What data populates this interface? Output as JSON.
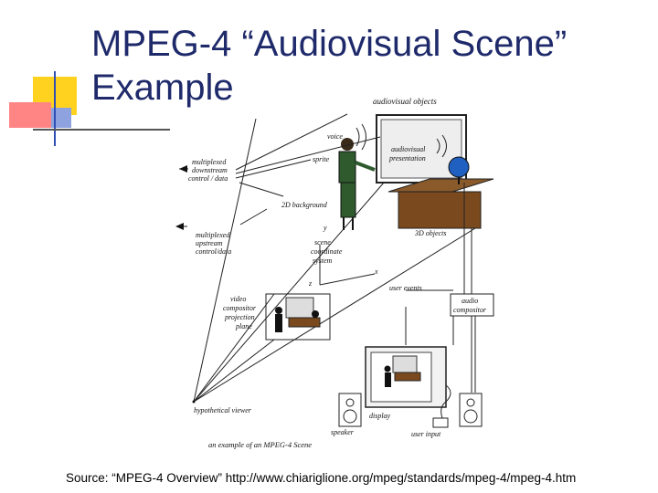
{
  "slide": {
    "title_line1": "MPEG-4 “Audiovisual Scene”",
    "title_line2": "Example",
    "source": "Source: “MPEG-4 Overview” http://www.chiariglione.org/mpeg/standards/mpeg-4/mpeg-4.htm"
  },
  "diagram": {
    "labels": {
      "audiovisual_objects": "audiovisual objects",
      "voice": "voice",
      "sprite": "sprite",
      "audiovisual_presentation_1": "audiovisual",
      "audiovisual_presentation_2": "presentation",
      "multiplexed_downstream_1": "multiplexed",
      "multiplexed_downstream_2": "downstream",
      "multiplexed_downstream_3": "control / data",
      "background_2d": "2D background",
      "objects_3d": "3D objects",
      "multiplexed_upstream_1": "multiplexed",
      "multiplexed_upstream_2": "upstream",
      "multiplexed_upstream_3": "control/data",
      "scene_coord_1": "scene",
      "scene_coord_2": "coordinate",
      "scene_coord_3": "system",
      "axis_y": "y",
      "axis_x": "x",
      "axis_z": "z",
      "user_events": "user events",
      "video_compositor_1": "video",
      "video_compositor_2": "compositor",
      "video_compositor_3": "projection",
      "video_compositor_4": "plane",
      "audio_compositor_1": "audio",
      "audio_compositor_2": "compositor",
      "hypothetical_viewer": "hypothetical viewer",
      "display": "display",
      "speaker": "speaker",
      "user_input": "user input",
      "caption": "an example of an MPEG-4 Scene"
    },
    "colors": {
      "title": "#1f2a6b",
      "deco_yellow": "#ffd21f",
      "deco_red": "#ff6b6b",
      "deco_blue": "#2f4fb5",
      "desk": "#7a4a1e",
      "globe": "#2060c0",
      "person": "#2e5a2e"
    }
  }
}
